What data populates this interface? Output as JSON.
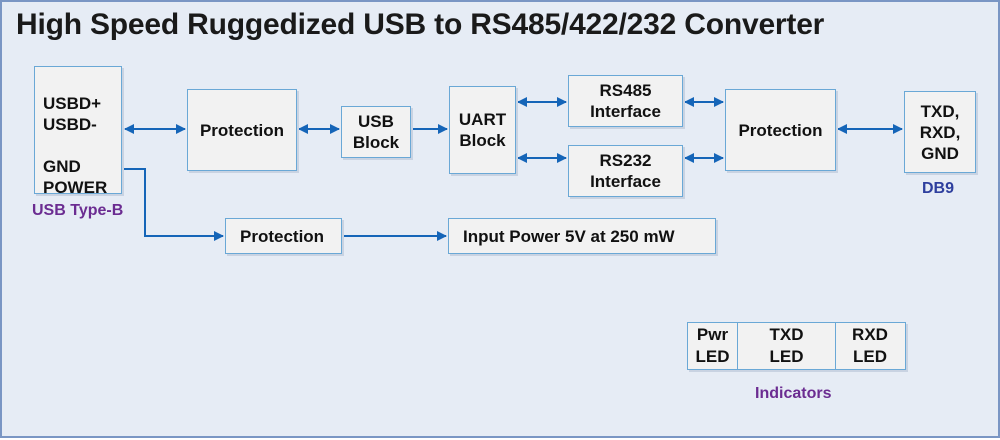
{
  "title": "High Speed Ruggedized USB to RS485/422/232 Converter",
  "colors": {
    "background": "#e6ecf5",
    "box_fill": "#f2f2f2",
    "box_border": "#6aa8d6",
    "arrow": "#1565b8",
    "caption_purple": "#6b2c91",
    "caption_blue": "#2e3f9e"
  },
  "usb_connector": {
    "lines": [
      "USBD+",
      "USBD-",
      "",
      "GND",
      "POWER"
    ],
    "caption": "USB Type-B"
  },
  "blocks": {
    "protection_usb": "Protection",
    "usb_block": [
      "USB",
      "Block"
    ],
    "uart_block": [
      "UART",
      "Block"
    ],
    "rs485_interface": [
      "RS485",
      "Interface"
    ],
    "rs232_interface": [
      "RS232",
      "Interface"
    ],
    "protection_out": "Protection",
    "db9_connector": {
      "lines": [
        "TXD,",
        "RXD,",
        "GND"
      ],
      "caption": "DB9"
    },
    "protection_power": "Protection",
    "input_power": "Input Power 5V at 250 mW"
  },
  "indicators": {
    "caption": "Indicators",
    "leds": [
      {
        "top": "Pwr",
        "bottom": "LED"
      },
      {
        "top": "TXD",
        "bottom": "LED"
      },
      {
        "top": "RXD",
        "bottom": "LED"
      }
    ]
  }
}
